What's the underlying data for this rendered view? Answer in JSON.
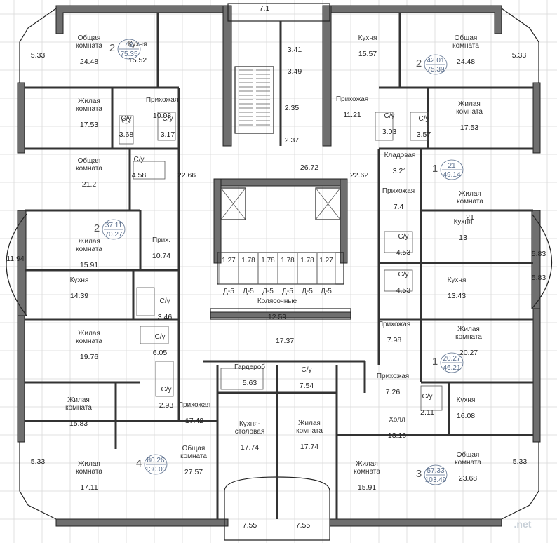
{
  "rooms": [
    {
      "label": "Общая\nкомната",
      "area": "24.48"
    },
    {
      "label": "Кухня",
      "area": "15.52"
    },
    {
      "label": "",
      "area": "5.33"
    },
    {
      "label": "Жилая\nкомната",
      "area": "17.53"
    },
    {
      "label": "С/у",
      "area": "3.68"
    },
    {
      "label": "С/у",
      "area": "3.17"
    },
    {
      "label": "Прихожая",
      "area": "10.98"
    },
    {
      "label": "Общая\nкомната",
      "area": "21.2"
    },
    {
      "label": "С/у",
      "area": "4.58"
    },
    {
      "label": "",
      "area": "22.66"
    },
    {
      "label": "Жилая\nкомната",
      "area": "15.91"
    },
    {
      "label": "Прих.",
      "area": "10.74"
    },
    {
      "label": "",
      "area": "11.94"
    },
    {
      "label": "Кухня",
      "area": "14.39"
    },
    {
      "label": "С/у",
      "area": "3.46"
    },
    {
      "label": "Жилая\nкомната",
      "area": "19.76"
    },
    {
      "label": "С/у",
      "area": "6.05"
    },
    {
      "label": "С/у",
      "area": "2.93"
    },
    {
      "label": "Жилая\nкомната",
      "area": "15.83"
    },
    {
      "label": "Прихожая",
      "area": "17.42"
    },
    {
      "label": "",
      "area": "5.33"
    },
    {
      "label": "Жилая\nкомната",
      "area": "17.11"
    },
    {
      "label": "Общая\nкомната",
      "area": "27.57"
    },
    {
      "label": "",
      "area": "7.1"
    },
    {
      "label": "",
      "area": "3.41"
    },
    {
      "label": "",
      "area": "3.49"
    },
    {
      "label": "",
      "area": "2.35"
    },
    {
      "label": "",
      "area": "2.37"
    },
    {
      "label": "",
      "area": "26.72"
    },
    {
      "label": "Колясочные",
      "area": "12.59"
    },
    {
      "label": "",
      "area": "17.37"
    },
    {
      "label": "Гардероб",
      "area": "5.63"
    },
    {
      "label": "С/у",
      "area": "7.54"
    },
    {
      "label": "Кухня-\nстоловая",
      "area": "17.74"
    },
    {
      "label": "Жилая\nкомната",
      "area": "17.74"
    },
    {
      "label": "",
      "area": "7.55"
    },
    {
      "label": "",
      "area": "7.55"
    },
    {
      "label": "Кухня",
      "area": "15.57"
    },
    {
      "label": "Общая\nкомната",
      "area": "24.48"
    },
    {
      "label": "",
      "area": "5.33"
    },
    {
      "label": "Прихожая",
      "area": "11.21"
    },
    {
      "label": "С/у",
      "area": "3.03"
    },
    {
      "label": "С/у",
      "area": "3.57"
    },
    {
      "label": "Жилая\nкомната",
      "area": "17.53"
    },
    {
      "label": "",
      "area": "22.62"
    },
    {
      "label": "Кладовая",
      "area": "3.21"
    },
    {
      "label": "Прихожая",
      "area": "7.4"
    },
    {
      "label": "Жилая\nкомната",
      "area": "21"
    },
    {
      "label": "С/у",
      "area": "4.53"
    },
    {
      "label": "Кухня",
      "area": "13"
    },
    {
      "label": "",
      "area": "5.83"
    },
    {
      "label": "С/у",
      "area": "4.53"
    },
    {
      "label": "Кухня",
      "area": "13.43"
    },
    {
      "label": "",
      "area": "5.83"
    },
    {
      "label": "Прихожая",
      "area": "7.98"
    },
    {
      "label": "Жилая\nкомната",
      "area": "20.27"
    },
    {
      "label": "Прихожая",
      "area": "7.26"
    },
    {
      "label": "С/у",
      "area": "2.11"
    },
    {
      "label": "Холл",
      "area": "13.16"
    },
    {
      "label": "Кухня",
      "area": "16.08"
    },
    {
      "label": "Жилая\nкомната",
      "area": "15.91"
    },
    {
      "label": "Общая\nкомната",
      "area": "23.68"
    },
    {
      "label": "",
      "area": "5.33"
    }
  ],
  "apartments": [
    {
      "num": "2",
      "living": "42",
      "total": "75.35"
    },
    {
      "num": "2",
      "living": "37.11",
      "total": "70.27"
    },
    {
      "num": "4",
      "living": "80.26",
      "total": "130.03"
    },
    {
      "num": "2",
      "living": "42.01",
      "total": "75.39"
    },
    {
      "num": "1",
      "living": "21",
      "total": "49.14"
    },
    {
      "num": "1",
      "living": "20.27",
      "total": "46.21"
    },
    {
      "num": "3",
      "living": "57.33",
      "total": "103.49"
    }
  ],
  "storage": [
    "1.27",
    "1.78",
    "1.78",
    "1.78",
    "1.78",
    "1.27"
  ],
  "storage_marks": [
    "Д-5",
    "Д-5",
    "Д-5",
    "Д-5",
    "Д-5",
    "Д-5"
  ],
  "watermark": ".net",
  "colors": {
    "wall": "#6f6f6f",
    "apt_area": "#5a6e8c",
    "grid": "#d9d9d9"
  }
}
